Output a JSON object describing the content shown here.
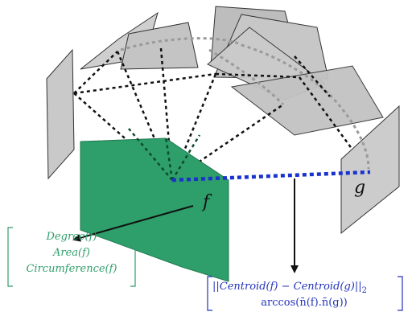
{
  "labels": {
    "face_f": "f",
    "face_g": "g"
  },
  "node_features": {
    "degree": "Degree(f)",
    "area": "Area(f)",
    "circumference": "Circumference(f)"
  },
  "edge_features": {
    "centroid_distance": "||Centroid(f) − Centroid(g)||",
    "norm_subscript": "2",
    "normal_angle": "arccos(n̄(f).n̄(g))"
  },
  "colors": {
    "face_f_fill": "#2e9e6a",
    "face_f_stroke": "#1f7a4f",
    "neighbor_fill": "#c4c4c4",
    "neighbor_stroke": "#333333",
    "edge_fg": "#1a33cc",
    "feature_green": "#2e9e6a",
    "feature_blue": "#2233bb",
    "dotted_black": "#111111",
    "dotted_gray": "#9a9a9a"
  }
}
